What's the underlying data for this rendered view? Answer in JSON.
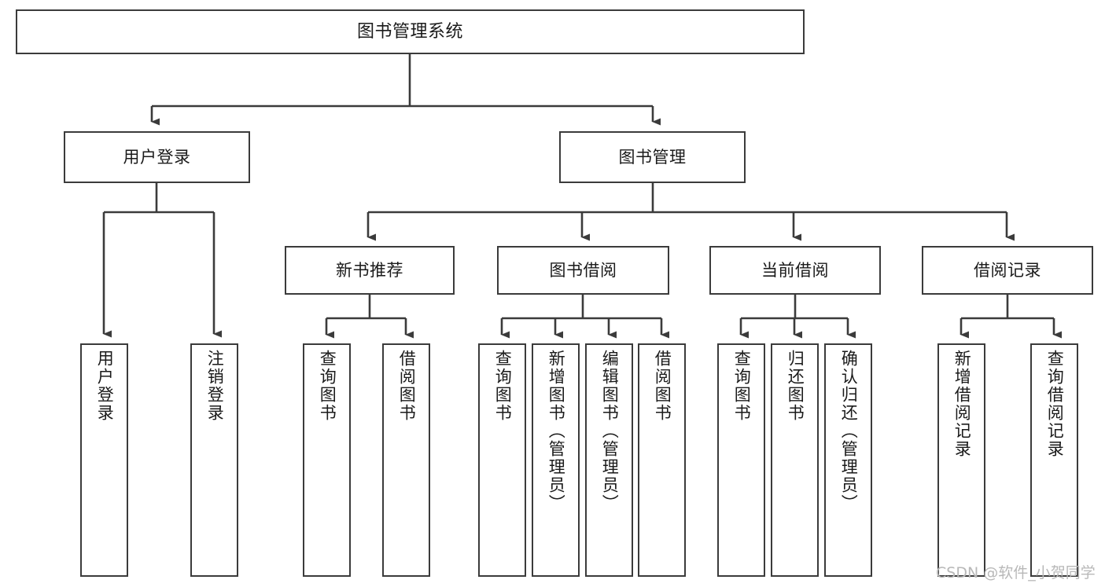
{
  "diagram": {
    "title": "图书管理系统",
    "watermark": "CSDN @软件_小贺同学",
    "colors": {
      "stroke": "#3b3b3b",
      "fill": "#ffffff",
      "text": "#1a1a1a",
      "watermark": "#b8b8b8",
      "background": "#ffffff"
    },
    "root": {
      "label": "图书管理系统"
    },
    "level2": [
      {
        "label": "用户登录"
      },
      {
        "label": "图书管理"
      }
    ],
    "level3": [
      {
        "label": "新书推荐"
      },
      {
        "label": "图书借阅"
      },
      {
        "label": "当前借阅"
      },
      {
        "label": "借阅记录"
      }
    ],
    "leaves": {
      "user_login": [
        {
          "label": "用户登录"
        },
        {
          "label": "注销登录"
        }
      ],
      "new_books": [
        {
          "label": "查询图书"
        },
        {
          "label": "借阅图书"
        }
      ],
      "book_borrow": [
        {
          "label": "查询图书"
        },
        {
          "label": "新增图书（管理员）"
        },
        {
          "label": "编辑图书（管理员）"
        },
        {
          "label": "借阅图书"
        }
      ],
      "current_borrow": [
        {
          "label": "查询图书"
        },
        {
          "label": "归还图书"
        },
        {
          "label": "确认归还（管理员）"
        }
      ],
      "borrow_record": [
        {
          "label": "新增借阅记录"
        },
        {
          "label": "查询借阅记录"
        }
      ]
    }
  }
}
